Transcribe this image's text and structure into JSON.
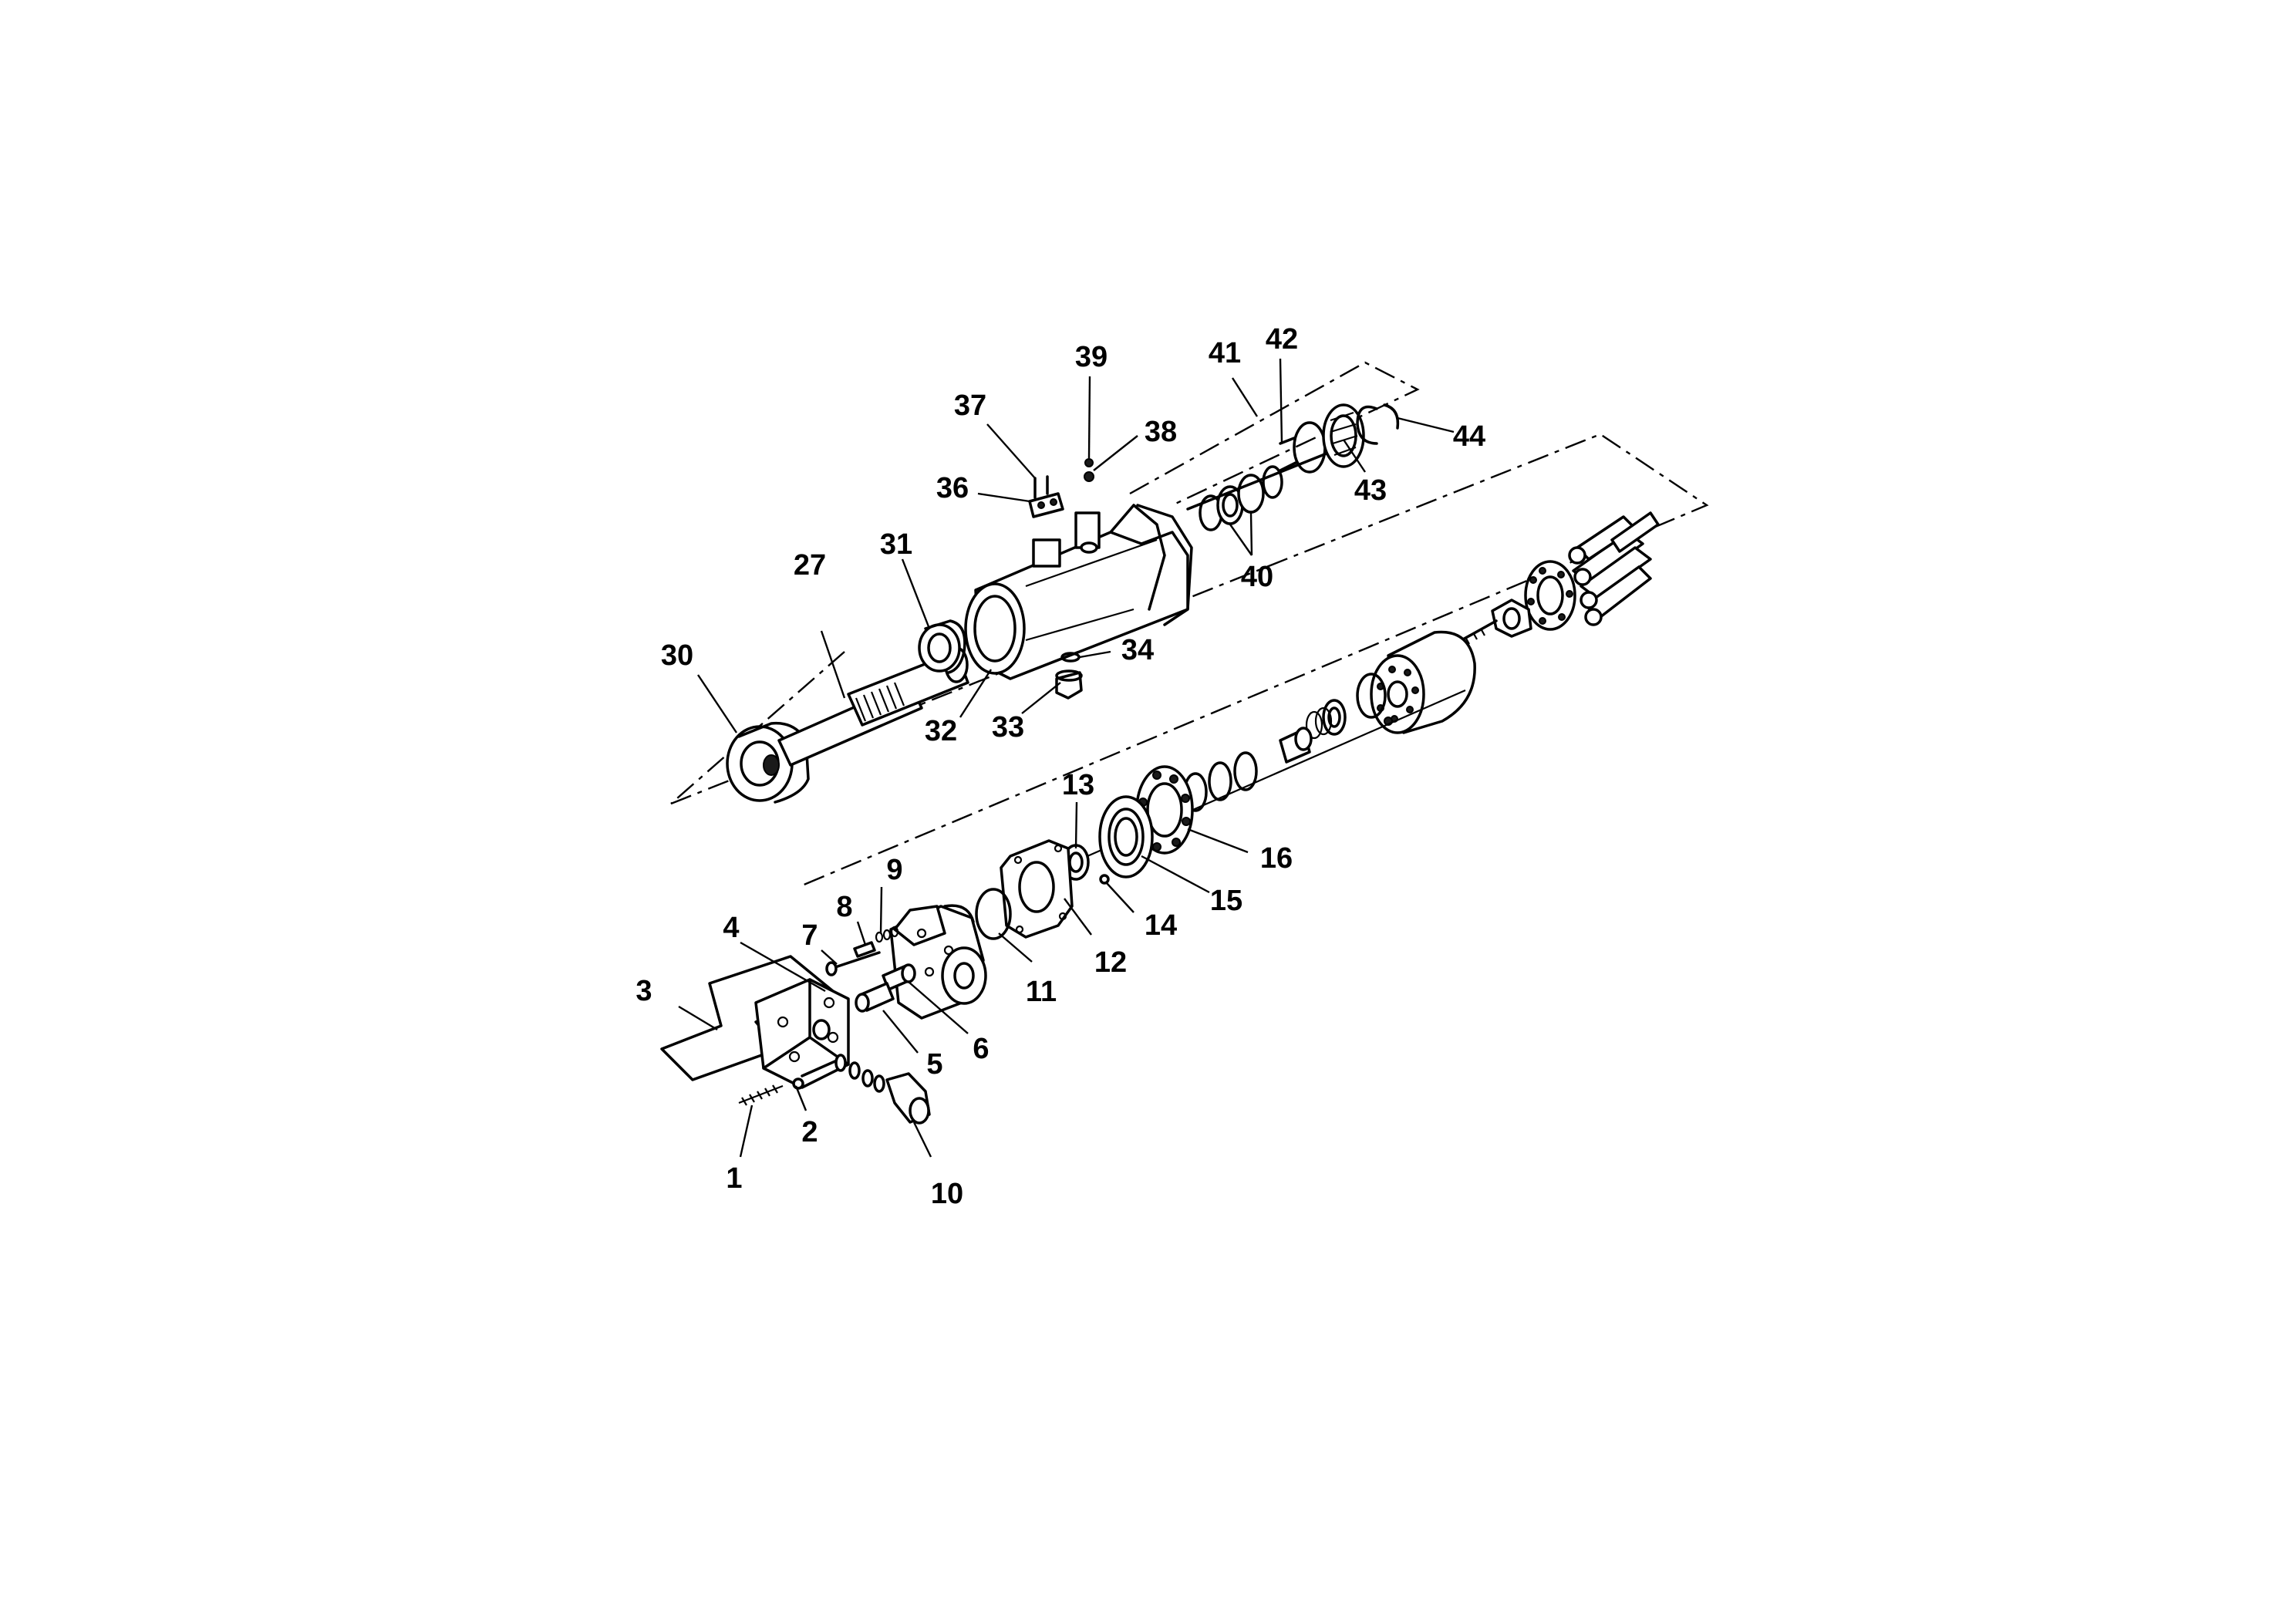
{
  "callouts": [
    {
      "id": "1",
      "text": "1"
    },
    {
      "id": "2",
      "text": "2"
    },
    {
      "id": "3",
      "text": "3"
    },
    {
      "id": "4",
      "text": "4"
    },
    {
      "id": "5",
      "text": "5"
    },
    {
      "id": "6",
      "text": "6"
    },
    {
      "id": "7",
      "text": "7"
    },
    {
      "id": "8",
      "text": "8"
    },
    {
      "id": "9",
      "text": "9"
    },
    {
      "id": "10",
      "text": "10"
    },
    {
      "id": "11",
      "text": "11"
    },
    {
      "id": "12",
      "text": "12"
    },
    {
      "id": "13",
      "text": "13"
    },
    {
      "id": "14",
      "text": "14"
    },
    {
      "id": "15",
      "text": "15"
    },
    {
      "id": "16",
      "text": "16"
    },
    {
      "id": "27",
      "text": "27"
    },
    {
      "id": "30",
      "text": "30"
    },
    {
      "id": "31",
      "text": "31"
    },
    {
      "id": "32",
      "text": "32"
    },
    {
      "id": "33",
      "text": "33"
    },
    {
      "id": "34",
      "text": "34"
    },
    {
      "id": "36",
      "text": "36"
    },
    {
      "id": "37",
      "text": "37"
    },
    {
      "id": "38",
      "text": "38"
    },
    {
      "id": "39",
      "text": "39"
    },
    {
      "id": "40",
      "text": "40"
    },
    {
      "id": "41",
      "text": "41"
    },
    {
      "id": "42",
      "text": "42"
    },
    {
      "id": "43",
      "text": "43"
    },
    {
      "id": "44",
      "text": "44"
    }
  ]
}
